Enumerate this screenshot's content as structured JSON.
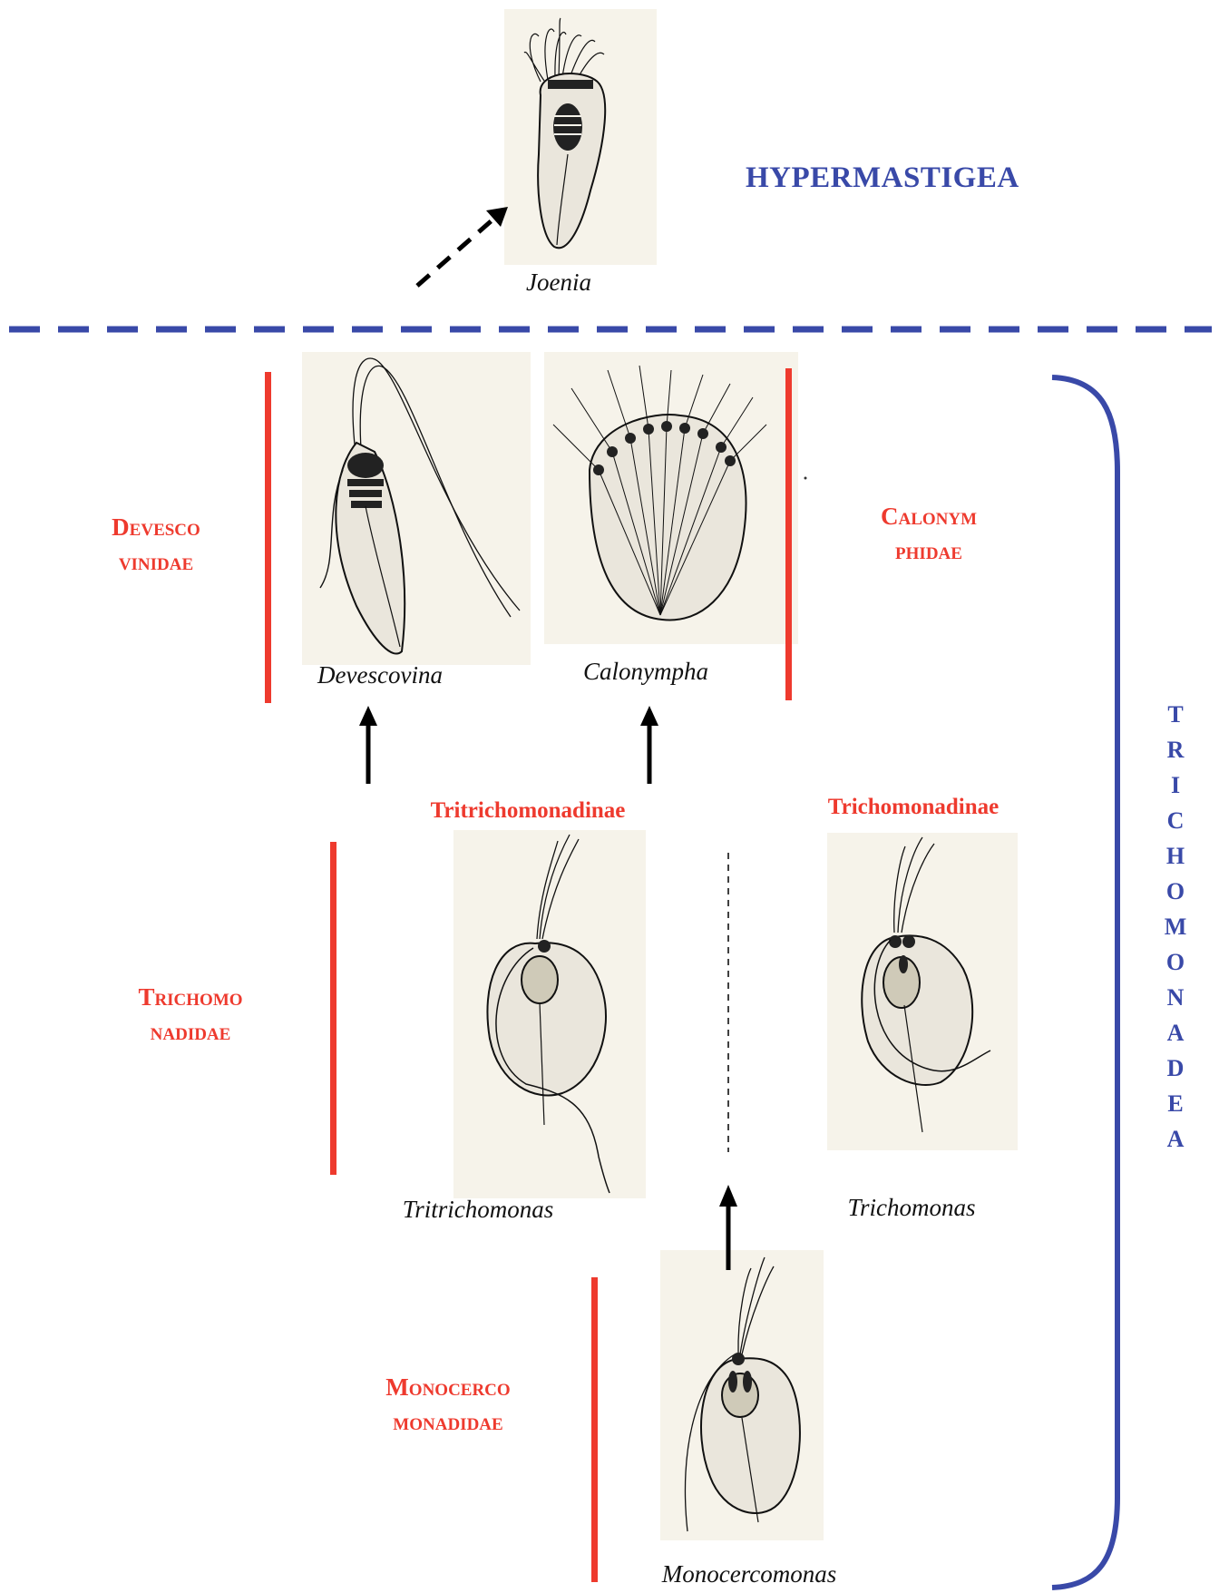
{
  "class_labels": {
    "hypermastigea": "HYPERMASTIGEA",
    "trichomonadea_letters": [
      "T",
      "R",
      "I",
      "C",
      "H",
      "O",
      "M",
      "O",
      "N",
      "A",
      "D",
      "E",
      "A"
    ]
  },
  "families": {
    "devescovinidae": {
      "line1": "Devesco",
      "line2": "vinidae"
    },
    "calonymphidae": {
      "line1": "Calonym",
      "line2": "phidae"
    },
    "trichomonadidae": {
      "line1": "Trichomo",
      "line2": "nadidae"
    },
    "monocercomonadidae": {
      "line1": "Monocerco",
      "line2": "monadidae"
    }
  },
  "subfamilies": {
    "tritrichomonadinae": "Tritrichomonadinae",
    "trichomonadinae": "Trichomonadinae"
  },
  "genera": {
    "joenia": "Joenia",
    "devescovina": "Devescovina",
    "calonympha": "Calonympha",
    "tritrichomonas": "Tritrichomonas",
    "trichomonas": "Trichomonas",
    "monocercomonas": "Monocercomonas"
  },
  "colors": {
    "class_blue": "#3949a8",
    "family_red": "#ee3a2e",
    "arrow_black": "#000000",
    "panel_bg": "#f6f3ea"
  }
}
